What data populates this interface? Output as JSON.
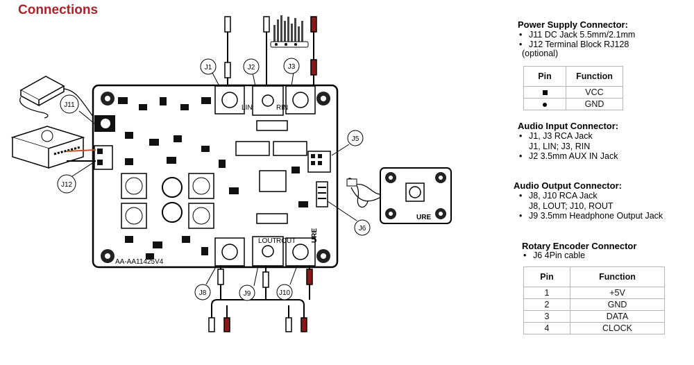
{
  "title": "Connections",
  "diagram": {
    "connector_labels": [
      "J1",
      "J2",
      "J3",
      "J5",
      "J6",
      "J8",
      "J9",
      "J10",
      "J11",
      "J12"
    ],
    "board_texts": {
      "lin": "LIN",
      "rin": "RIN",
      "lout": "LOUT",
      "rout": "ROUT",
      "board_id": "AA-AA11425V4",
      "brand_main": "URE",
      "brand_small": "URE"
    }
  },
  "power": {
    "title": "Power Supply Connector:",
    "items": [
      "J11 DC Jack 5.5mm/2.1mm",
      "J12 Terminal Block RJ128"
    ],
    "note": "(optional)",
    "table": {
      "headers": [
        "Pin",
        "Function"
      ],
      "rows": [
        {
          "pin_icon": "square-pin-icon",
          "function": "VCC"
        },
        {
          "pin_icon": "round-pin-icon",
          "function": "GND"
        }
      ]
    }
  },
  "audio_in": {
    "title": "Audio Input Connector:",
    "items": [
      "J1, J3 RCA Jack",
      "J1, LIN; J3, RIN",
      "J2 3.5mm AUX IN Jack"
    ]
  },
  "audio_out": {
    "title": "Audio Output Connector:",
    "items": [
      "J8, J10 RCA Jack",
      "J8, LOUT; J10, ROUT",
      "J9 3.5mm Headphone Output Jack"
    ]
  },
  "encoder": {
    "title": "Rotary Encoder Connector",
    "items": [
      "J6 4Pin cable"
    ],
    "table": {
      "headers": [
        "Pin",
        "Function"
      ],
      "rows": [
        {
          "pin": "1",
          "function": "+5V"
        },
        {
          "pin": "2",
          "function": "GND"
        },
        {
          "pin": "3",
          "function": "DATA"
        },
        {
          "pin": "4",
          "function": "CLOCK"
        }
      ]
    }
  }
}
